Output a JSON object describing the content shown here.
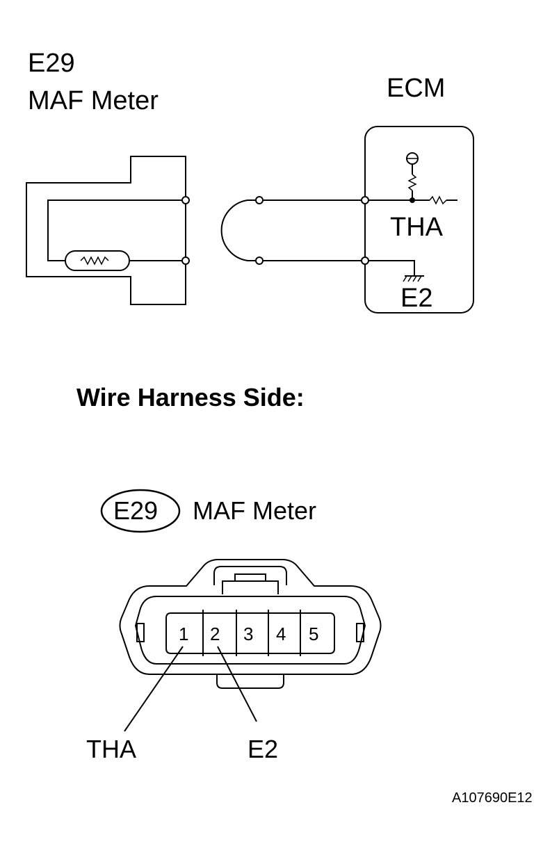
{
  "schematic": {
    "sensor_code": "E29",
    "sensor_name": "MAF Meter",
    "ecm_label": "ECM",
    "tha_label": "THA",
    "e2_label": "E2"
  },
  "harness": {
    "heading": "Wire Harness Side:",
    "connector_code": "E29",
    "connector_name": "MAF Meter",
    "pins": [
      "1",
      "2",
      "3",
      "4",
      "5"
    ],
    "callout_tha": "THA",
    "callout_e2": "E2"
  },
  "figure_id": "A107690E12"
}
